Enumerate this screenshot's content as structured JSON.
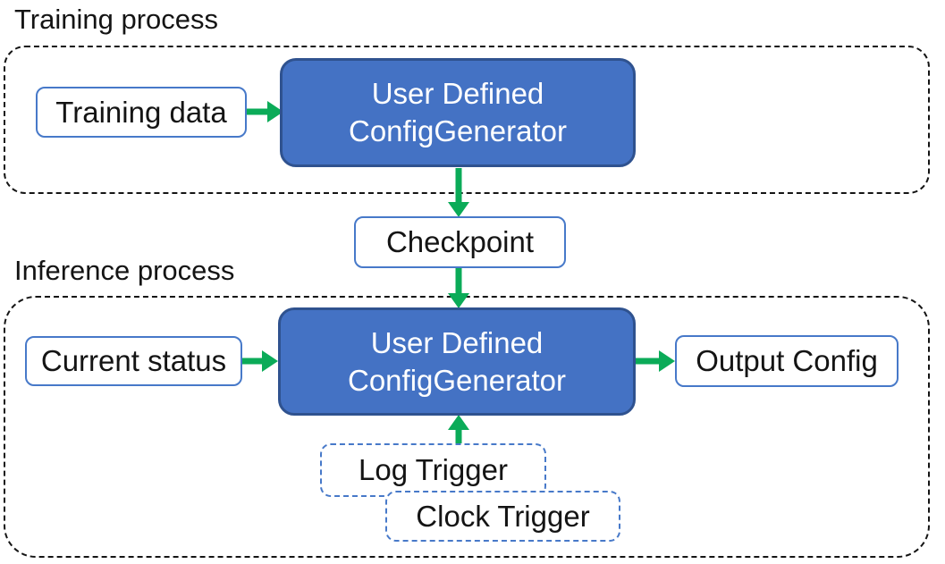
{
  "colors": {
    "node_fill": "#4472C4",
    "node_border": "#2F528F",
    "box_border": "#4779C9",
    "trigger_border": "#4779C9",
    "arrow_color": "#0BAB58",
    "ink": "#141414"
  },
  "training": {
    "label": "Training process",
    "input_box": "Training data",
    "node_line1": "User Defined",
    "node_line2": "ConfigGenerator"
  },
  "checkpoint": {
    "label": "Checkpoint"
  },
  "inference": {
    "label": "Inference process",
    "input_box": "Current status",
    "node_line1": "User Defined",
    "node_line2": "ConfigGenerator",
    "output_box": "Output Config",
    "log_trigger": "Log Trigger",
    "clock_trigger": "Clock Trigger"
  },
  "connections": [
    {
      "from": "Training data",
      "to": "User Defined ConfigGenerator (training)",
      "direction": "right"
    },
    {
      "from": "User Defined ConfigGenerator (training)",
      "to": "Checkpoint",
      "direction": "down"
    },
    {
      "from": "Checkpoint",
      "to": "User Defined ConfigGenerator (inference)",
      "direction": "down"
    },
    {
      "from": "Current status",
      "to": "User Defined ConfigGenerator (inference)",
      "direction": "right"
    },
    {
      "from": "User Defined ConfigGenerator (inference)",
      "to": "Output Config",
      "direction": "right"
    },
    {
      "from": "Log Trigger / Clock Trigger",
      "to": "User Defined ConfigGenerator (inference)",
      "direction": "up"
    }
  ]
}
